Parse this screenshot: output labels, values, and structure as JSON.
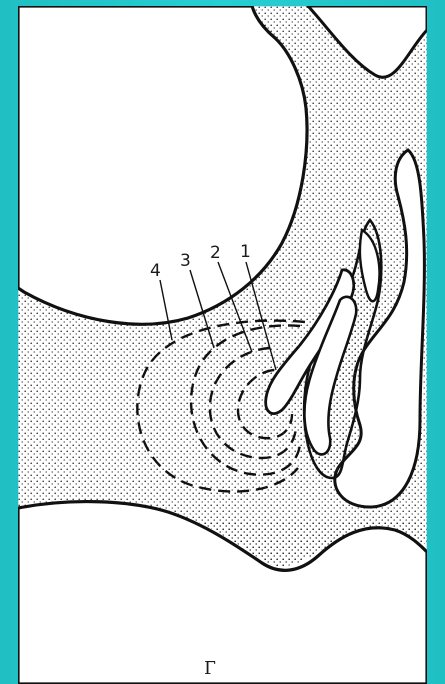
{
  "diagram": {
    "labels": [
      {
        "id": "1",
        "text": "1"
      },
      {
        "id": "2",
        "text": "2"
      },
      {
        "id": "3",
        "text": "3"
      },
      {
        "id": "4",
        "text": "4"
      }
    ],
    "caption": "Г",
    "colors": {
      "frame": "#22c6c9",
      "sheet": "#ffffff",
      "ink": "#1a1a1a"
    }
  }
}
